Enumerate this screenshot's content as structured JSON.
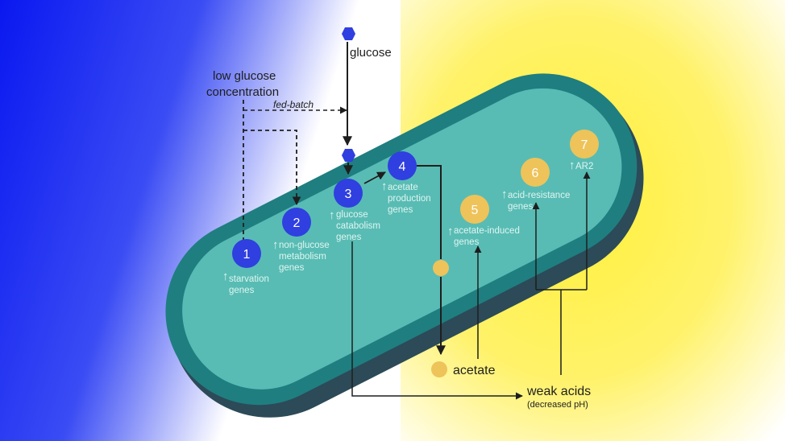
{
  "colors": {
    "blue": "#0a18f0",
    "yellow": "#fff03a",
    "cell_outer": "#2c4a57",
    "cell_mid": "#1f7e80",
    "cell_inner": "#58bcb4",
    "node_blue": "#2f3fe0",
    "node_yellow": "#eec35a",
    "text_light": "#dff5f1",
    "text_dark": "#1e1e1e"
  },
  "labels": {
    "low_glucose": "low glucose",
    "concentration": "concentration",
    "fed_batch": "fed-batch",
    "glucose": "glucose",
    "acetate": "acetate",
    "weak_acids": "weak acids",
    "decreased_ph": "(decreased pH)"
  },
  "nodes": [
    {
      "num": "1",
      "lines": [
        "starvation",
        "genes"
      ],
      "color": "blue"
    },
    {
      "num": "2",
      "lines": [
        "non-glucose",
        "metabolism",
        "genes"
      ],
      "color": "blue"
    },
    {
      "num": "3",
      "lines": [
        "glucose",
        "catabolism",
        "genes"
      ],
      "color": "blue"
    },
    {
      "num": "4",
      "lines": [
        "acetate",
        "production",
        "genes"
      ],
      "color": "blue"
    },
    {
      "num": "5",
      "lines": [
        "acetate-induced",
        "genes"
      ],
      "color": "yellow"
    },
    {
      "num": "6",
      "lines": [
        "acid-resistance",
        "genes"
      ],
      "color": "yellow"
    },
    {
      "num": "7",
      "lines": [
        "AR2"
      ],
      "color": "yellow"
    }
  ]
}
